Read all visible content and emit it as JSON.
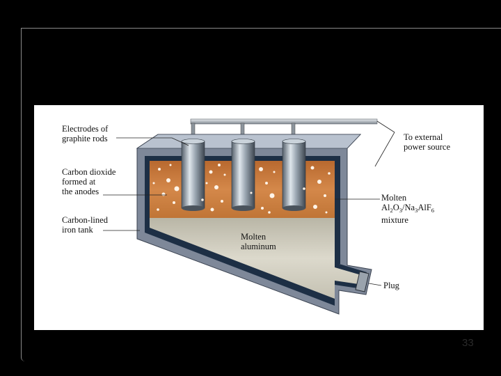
{
  "diagram": {
    "labels": {
      "electrodes": [
        "Electrodes of",
        "graphite rods"
      ],
      "carbon_dioxide": [
        "Carbon dioxide",
        "formed at",
        "the anodes"
      ],
      "tank": [
        "Carbon-lined",
        "iron tank"
      ],
      "external": [
        "To external",
        "power source"
      ],
      "molten_mixture": {
        "line1_parts": [
          "Molten",
          "Al",
          "2",
          "O",
          "3",
          "/Na",
          "3",
          "AlF",
          "6"
        ],
        "line2": "mixture"
      },
      "molten_aluminum": [
        "Molten",
        "aluminum"
      ],
      "plug": "Plug"
    },
    "colors": {
      "panel": "#ffffff",
      "tank_outer": "#7e8899",
      "tank_liner": "#1d2f45",
      "electrolyte": "#c8783a",
      "aluminum": "#ccc8b8",
      "electrode": "#7d8a96",
      "bus_bar": "#a8b0b8"
    }
  },
  "page_number": "33"
}
